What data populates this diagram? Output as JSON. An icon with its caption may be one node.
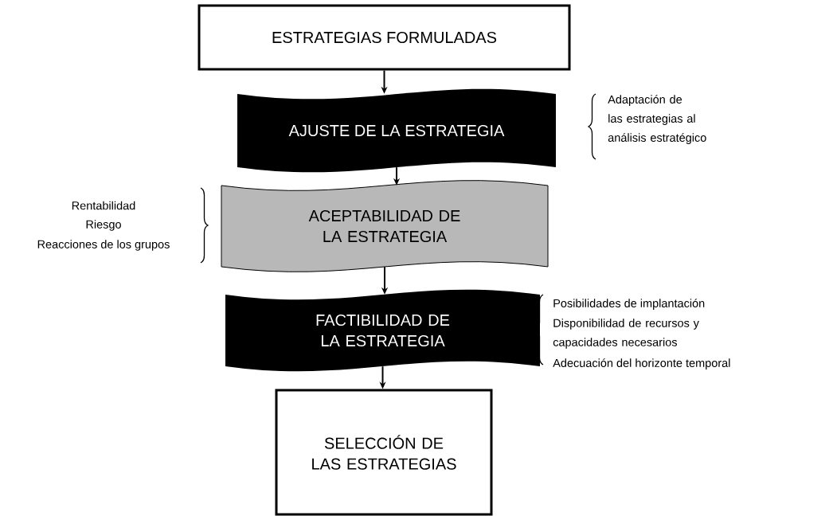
{
  "diagram": {
    "nodes": [
      {
        "text": [
          "ESTRATEGIAS FORMULADAS"
        ]
      },
      {
        "text": [
          "AJUSTE DE LA ESTRATEGIA"
        ]
      },
      {
        "text": [
          "ACEPTABILIDAD DE LA ESTRATEGIA"
        ]
      },
      {
        "text": [
          "FACTIBILIDAD DE LA ESTRATEGIA"
        ]
      },
      {
        "text": [
          "SELECCIÓN DE LAS ESTRATEGIAS"
        ]
      }
    ],
    "edges": [
      {
        "from": 0,
        "to": 1,
        "arrow": "to"
      },
      {
        "from": 1,
        "to": 2,
        "arrow": "to"
      },
      {
        "from": 2,
        "to": 3,
        "arrow": "to"
      },
      {
        "from": 3,
        "to": 4,
        "arrow": "to"
      }
    ],
    "labels": [
      "Adaptación de las estrategias al análisis estratégico",
      "Rentabilidad",
      "Riesgo",
      "Reacciones de los grupos",
      "Posibilidades de implantación",
      "Disponibilidad de recursos y capacidades necesarios",
      "Adecuación del horizonte temporal"
    ]
  }
}
